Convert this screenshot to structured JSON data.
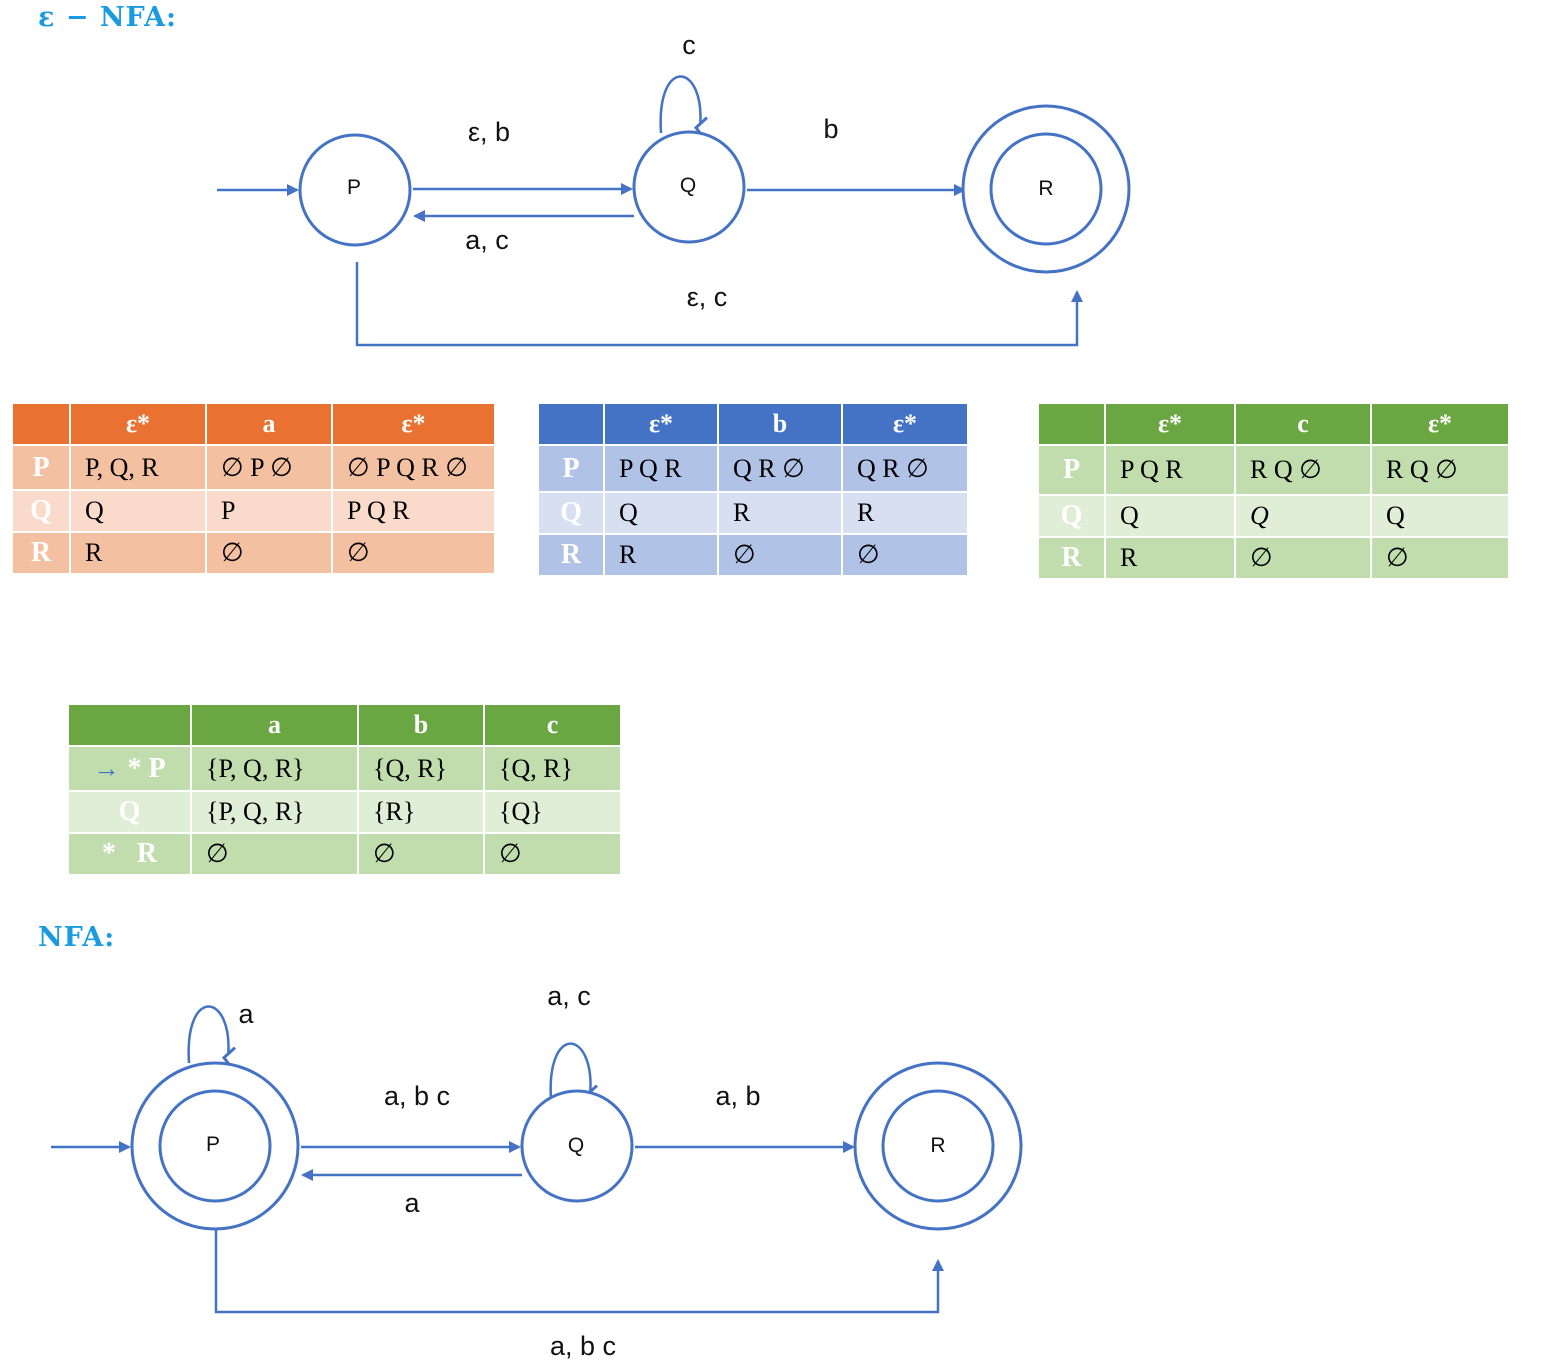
{
  "headings": {
    "enfa": "ε − NFA:",
    "nfa": "NFA:"
  },
  "enfa": {
    "nodes": {
      "p": "P",
      "q": "Q",
      "r": "R"
    },
    "labels": {
      "q_loop": "c",
      "p_to_q": "ε, b",
      "q_to_p": "a, c",
      "q_to_r": "b",
      "p_to_r": "ε, c"
    }
  },
  "table_a": {
    "headers": [
      "",
      "ε*",
      "a",
      "ε*"
    ],
    "rows": [
      {
        "state": "P",
        "cells": [
          "P, Q, R",
          "∅ P ∅",
          "∅ P Q R ∅"
        ]
      },
      {
        "state": "Q",
        "cells": [
          "Q",
          "P",
          "P Q R"
        ]
      },
      {
        "state": "R",
        "cells": [
          "R",
          "∅",
          "∅"
        ]
      }
    ]
  },
  "table_b": {
    "headers": [
      "",
      "ε*",
      "b",
      "ε*"
    ],
    "rows": [
      {
        "state": "P",
        "cells": [
          "P Q R",
          "Q R ∅",
          "Q R ∅"
        ]
      },
      {
        "state": "Q",
        "cells": [
          "Q",
          "R",
          "R"
        ]
      },
      {
        "state": "R",
        "cells": [
          "R",
          "∅",
          "∅"
        ]
      }
    ]
  },
  "table_c": {
    "headers": [
      "",
      "ε*",
      "c",
      "ε*"
    ],
    "rows": [
      {
        "state": "P",
        "cells": [
          "P Q R",
          "R Q ∅",
          "R Q ∅"
        ]
      },
      {
        "state": "Q",
        "cells": [
          "Q",
          "Q",
          "Q"
        ]
      },
      {
        "state": "R",
        "cells": [
          "R",
          "∅",
          "∅"
        ]
      }
    ]
  },
  "table_final": {
    "headers": [
      "",
      "a",
      "b",
      "c"
    ],
    "rows": [
      {
        "state": "* P",
        "start": true,
        "cells": [
          "{P, Q, R}",
          "{Q, R}",
          "{Q, R}"
        ]
      },
      {
        "state": "Q",
        "start": false,
        "cells": [
          "{P, Q, R}",
          "{R}",
          "{Q}"
        ]
      },
      {
        "state": "*   R",
        "start": false,
        "cells": [
          "∅",
          "∅",
          "∅"
        ]
      }
    ]
  },
  "nfa": {
    "nodes": {
      "p": "P",
      "q": "Q",
      "r": "R"
    },
    "labels": {
      "p_loop": "a",
      "q_loop": "a, c",
      "p_to_q": "a, b c",
      "q_to_p": "a",
      "q_to_r": "a, b",
      "p_to_r": "a, b c"
    }
  },
  "colors": {
    "stroke": "#4472C4",
    "heading": "#1A9BE0",
    "orange": "#E97132",
    "blue": "#4472C4",
    "green": "#6AA642"
  }
}
